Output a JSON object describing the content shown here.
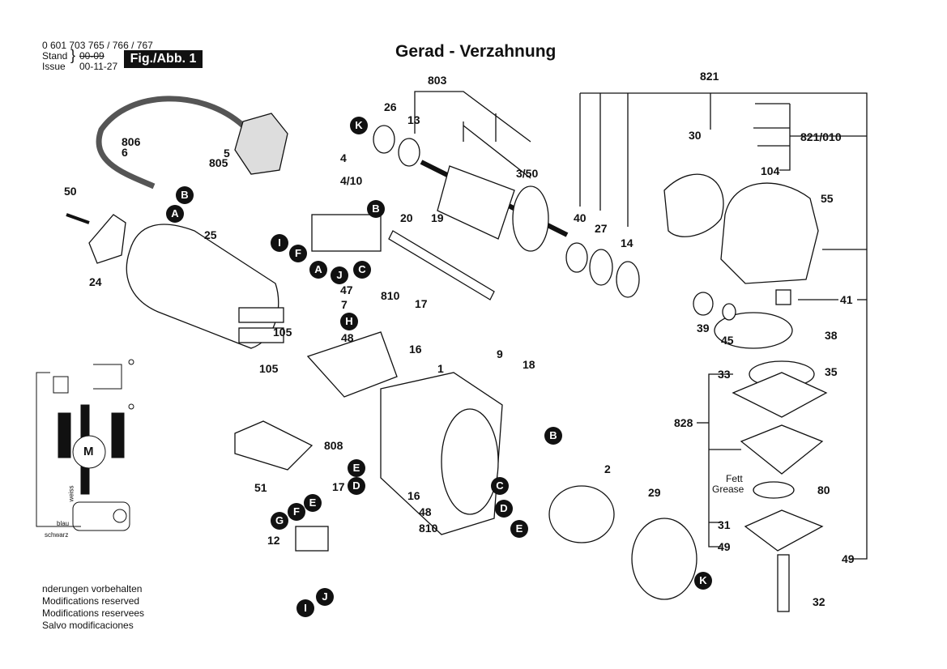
{
  "header": {
    "part_numbers": "0 601 703 765 / 766 / 767",
    "stand_label": "Stand",
    "stand_value": "00-09",
    "issue_label": "Issue",
    "issue_value": "00-11-27",
    "figure_label": "Fig./Abb. 1"
  },
  "title": "Gerad - Verzahnung",
  "footer_notes": [
    "nderungen vorbehalten",
    "Modifications reserved",
    "Modifications reservees",
    "Salvo modificaciones"
  ],
  "wiring_diagram": {
    "motor_label": "M",
    "wire_labels": [
      "weiss",
      "blau",
      "schwarz"
    ]
  },
  "grease_note": {
    "de": "Fett",
    "en": "Grease"
  },
  "part_labels": [
    {
      "id": "p803",
      "text": "803"
    },
    {
      "id": "p26",
      "text": "26"
    },
    {
      "id": "p13",
      "text": "13"
    },
    {
      "id": "p806",
      "text": "806"
    },
    {
      "id": "p6",
      "text": "6"
    },
    {
      "id": "p5",
      "text": "5"
    },
    {
      "id": "p805",
      "text": "805"
    },
    {
      "id": "p4",
      "text": "4"
    },
    {
      "id": "p4_10",
      "text": "4/10"
    },
    {
      "id": "p3_50",
      "text": "3/50"
    },
    {
      "id": "p50",
      "text": "50"
    },
    {
      "id": "p25",
      "text": "25"
    },
    {
      "id": "p24",
      "text": "24"
    },
    {
      "id": "p20",
      "text": "20"
    },
    {
      "id": "p19",
      "text": "19"
    },
    {
      "id": "p40",
      "text": "40"
    },
    {
      "id": "p27",
      "text": "27"
    },
    {
      "id": "p14",
      "text": "14"
    },
    {
      "id": "p821",
      "text": "821"
    },
    {
      "id": "p30",
      "text": "30"
    },
    {
      "id": "p821_010",
      "text": "821/010"
    },
    {
      "id": "p104",
      "text": "104"
    },
    {
      "id": "p55",
      "text": "55"
    },
    {
      "id": "p41",
      "text": "41"
    },
    {
      "id": "p39",
      "text": "39"
    },
    {
      "id": "p45",
      "text": "45"
    },
    {
      "id": "p38",
      "text": "38"
    },
    {
      "id": "p47",
      "text": "47"
    },
    {
      "id": "p7",
      "text": "7"
    },
    {
      "id": "p810a",
      "text": "810"
    },
    {
      "id": "p17a",
      "text": "17"
    },
    {
      "id": "p48a",
      "text": "48"
    },
    {
      "id": "p16a",
      "text": "16"
    },
    {
      "id": "p105a",
      "text": "105"
    },
    {
      "id": "p105b",
      "text": "105"
    },
    {
      "id": "p1",
      "text": "1"
    },
    {
      "id": "p9",
      "text": "9"
    },
    {
      "id": "p18",
      "text": "18"
    },
    {
      "id": "p33",
      "text": "33"
    },
    {
      "id": "p35",
      "text": "35"
    },
    {
      "id": "p828",
      "text": "828"
    },
    {
      "id": "p80",
      "text": "80"
    },
    {
      "id": "p31",
      "text": "31"
    },
    {
      "id": "p49a",
      "text": "49"
    },
    {
      "id": "p49b",
      "text": "49"
    },
    {
      "id": "p32",
      "text": "32"
    },
    {
      "id": "p808",
      "text": "808"
    },
    {
      "id": "p51",
      "text": "51"
    },
    {
      "id": "p17b",
      "text": "17"
    },
    {
      "id": "p16b",
      "text": "16"
    },
    {
      "id": "p48b",
      "text": "48"
    },
    {
      "id": "p810b",
      "text": "810"
    },
    {
      "id": "p12",
      "text": "12"
    },
    {
      "id": "p2",
      "text": "2"
    },
    {
      "id": "p29",
      "text": "29"
    }
  ],
  "connector_badges": [
    {
      "id": "K1",
      "text": "K"
    },
    {
      "id": "B1",
      "text": "B"
    },
    {
      "id": "A1",
      "text": "A"
    },
    {
      "id": "B2",
      "text": "B"
    },
    {
      "id": "I1",
      "text": "I"
    },
    {
      "id": "F1",
      "text": "F"
    },
    {
      "id": "A2",
      "text": "A"
    },
    {
      "id": "J1",
      "text": "J"
    },
    {
      "id": "C1",
      "text": "C"
    },
    {
      "id": "H1",
      "text": "H"
    },
    {
      "id": "E1",
      "text": "E"
    },
    {
      "id": "D1",
      "text": "D"
    },
    {
      "id": "G1",
      "text": "G"
    },
    {
      "id": "F2",
      "text": "F"
    },
    {
      "id": "E2",
      "text": "E"
    },
    {
      "id": "I2",
      "text": "I"
    },
    {
      "id": "J2",
      "text": "J"
    },
    {
      "id": "B3",
      "text": "B"
    },
    {
      "id": "C2",
      "text": "C"
    },
    {
      "id": "D2",
      "text": "D"
    },
    {
      "id": "E3",
      "text": "E"
    },
    {
      "id": "K2",
      "text": "K"
    }
  ]
}
